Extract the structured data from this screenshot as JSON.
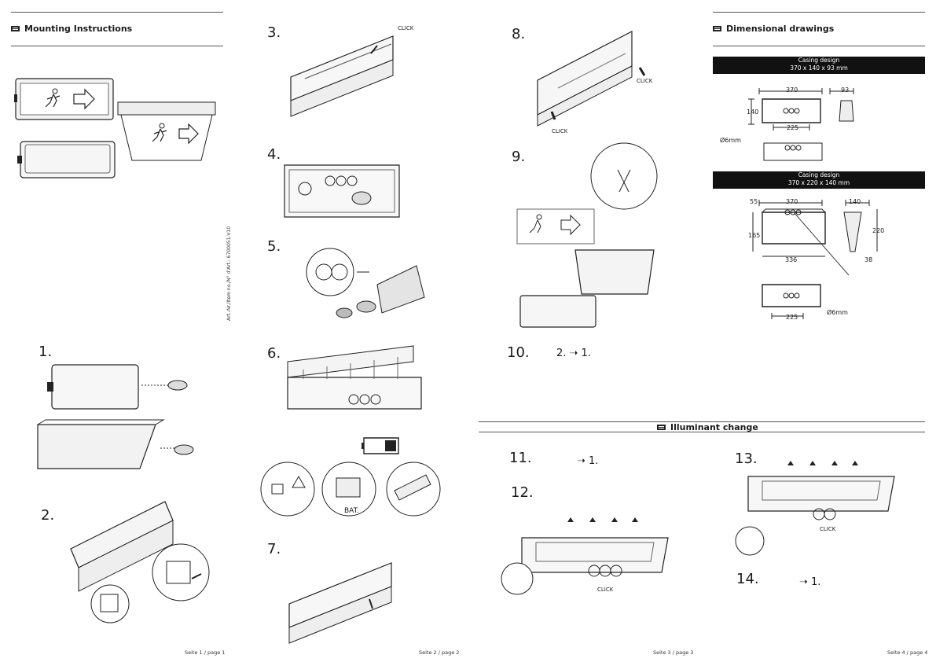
{
  "page1": {
    "title": "Mounting Instructions",
    "article_no": "Art.-Nr./Item no./N° d'Art.: 6700051-V10",
    "footer": "Seite 1 / page 1"
  },
  "page2": {
    "footer": "Seite 2 / page 2",
    "click_label": "CLICK",
    "bat_label": "BAT."
  },
  "page3": {
    "footer": "Seite 3 / page 3",
    "click_label": "CLICK",
    "step10_sequence": "2.  ➝  1.",
    "illuminant_change_title": "Illuminant change",
    "step11_sequence": "➝  1."
  },
  "page4": {
    "footer": "Seite 4 / page 4",
    "dimensional_title": "Dimensional drawings",
    "casing1_title": "Casing design",
    "casing1_size": "370 x 140 x 93 mm",
    "casing2_title": "Casing design",
    "casing2_size": "370 x 220 x 140 mm",
    "dims1": {
      "w": "370",
      "d": "93",
      "h": "140",
      "hole": "225",
      "dia": "Ø6mm"
    },
    "dims2": {
      "a": "55",
      "w": "370",
      "d": "140",
      "h": "165",
      "h2": "220",
      "base": "336",
      "d2": "38",
      "hole": "225",
      "dia": "Ø6mm"
    },
    "click_label": "CLICK",
    "step14_sequence": "➝  1."
  },
  "steps": [
    "1.",
    "2.",
    "3.",
    "4.",
    "5.",
    "6.",
    "7.",
    "8.",
    "9.",
    "10.",
    "11.",
    "12.",
    "13.",
    "14."
  ]
}
